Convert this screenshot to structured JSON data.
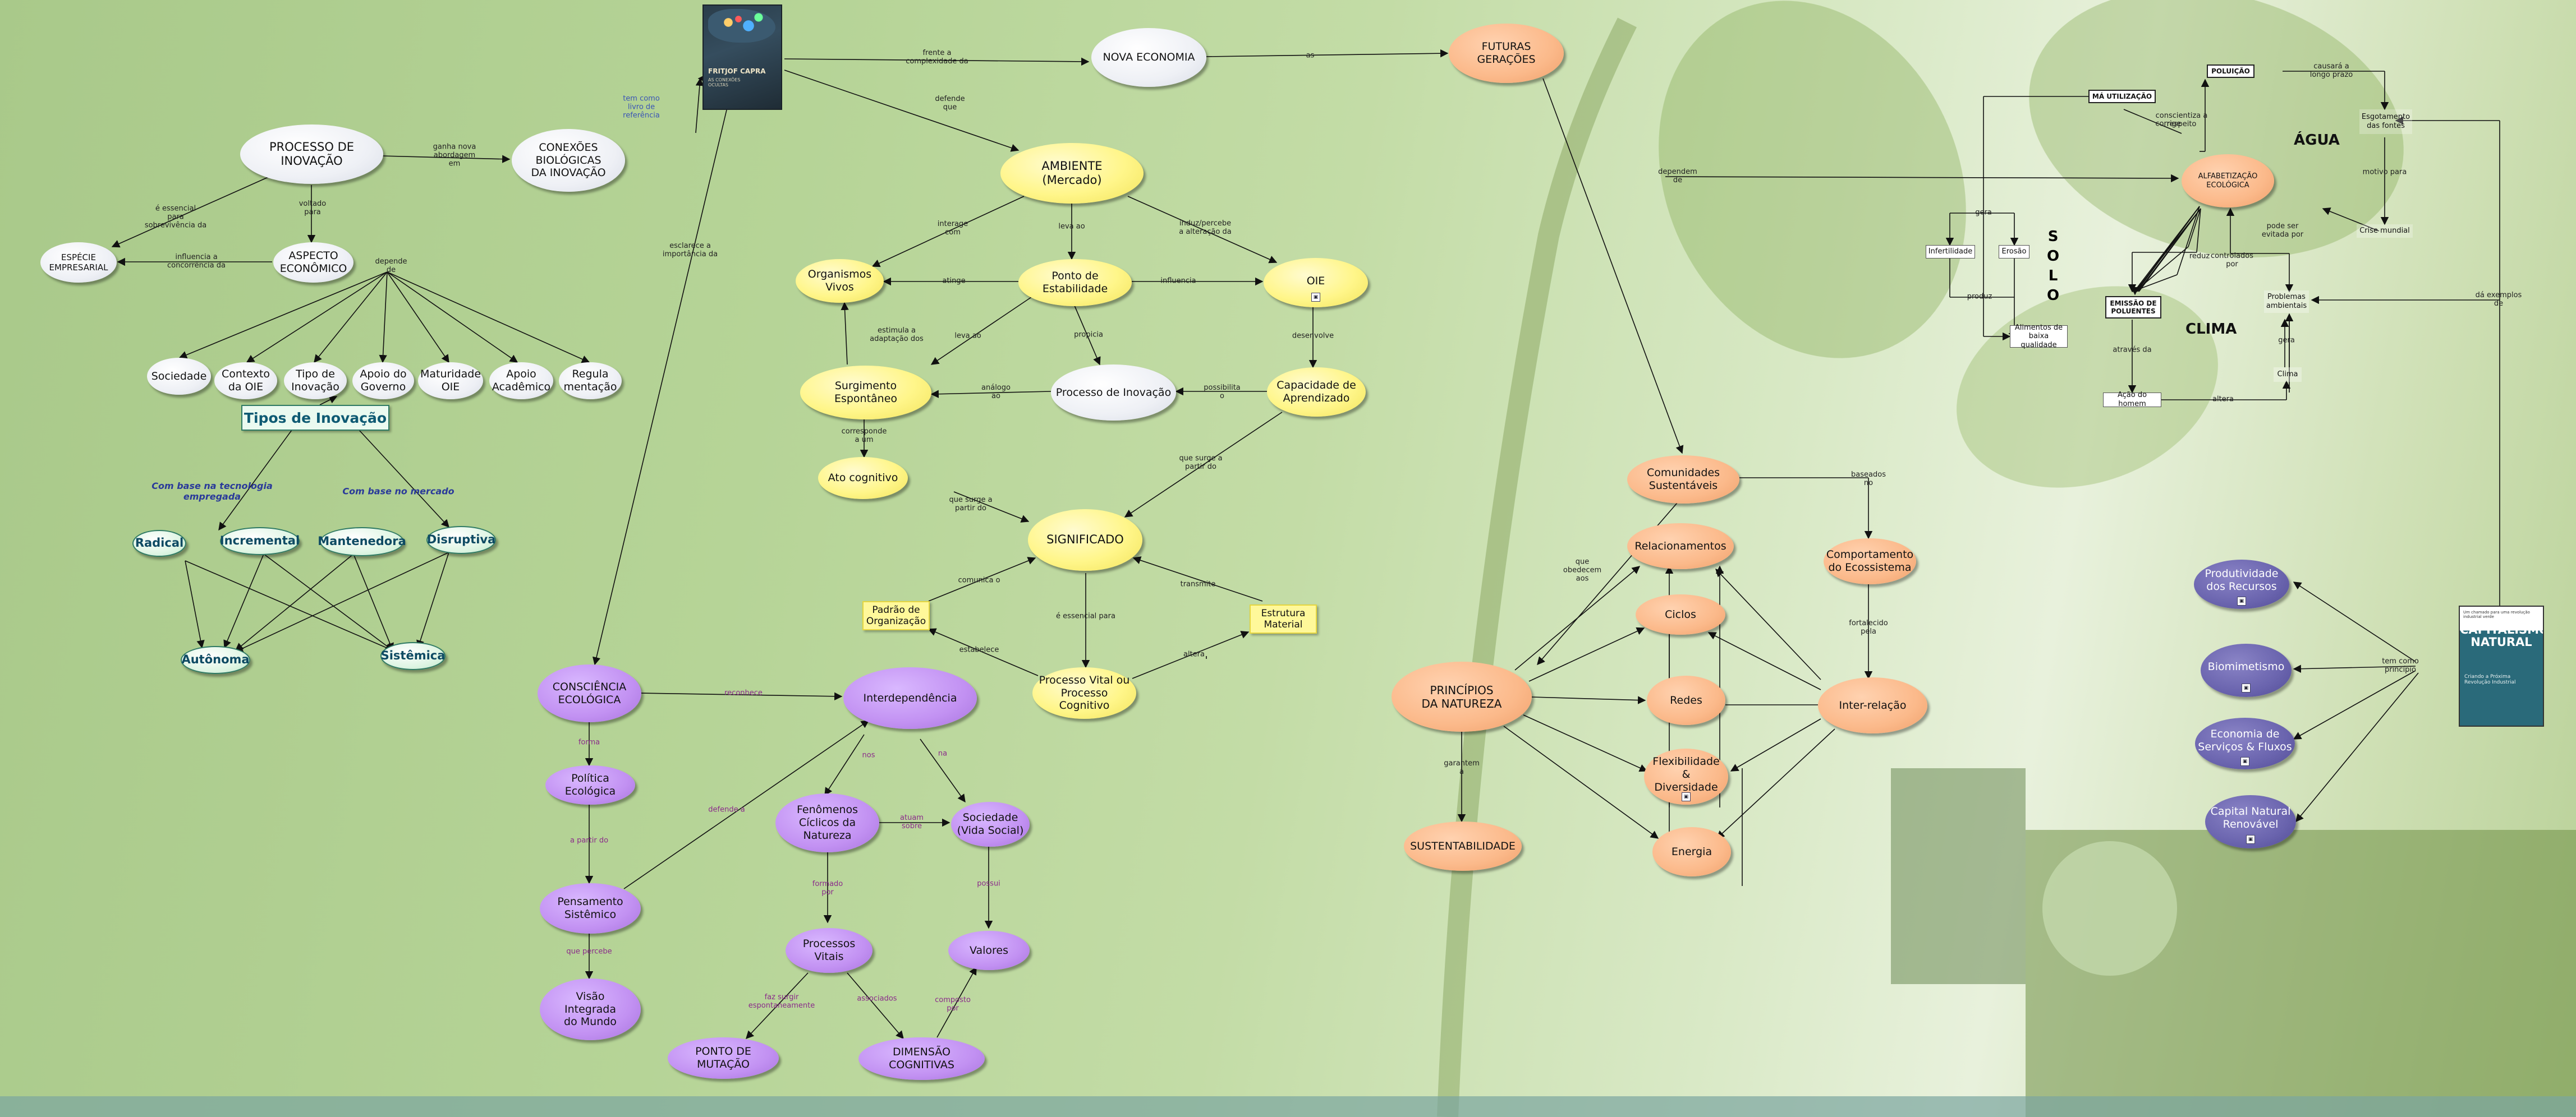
{
  "nodes": {
    "processo_inovacao": "PROCESSO DE\nINOVAÇÃO",
    "conexoes_biologicas": "CONEXÕES\nBIOLÓGICAS\nDA INOVAÇÃO",
    "especie_empresarial": "ESPÉCIE\nEMPRESARIAL",
    "aspecto_economico": "ASPECTO\nECONÔMICO",
    "sociedade_f": "Sociedade",
    "contexto_oie": "Contexto\nda OIE",
    "tipo_inovacao": "Tipo de\nInovação",
    "apoio_governo": "Apoio do\nGoverno",
    "maturidade_oie": "Maturidade\nOIE",
    "apoio_academico": "Apoio\nAcadêmico",
    "regulamentacao": "Regula\nmentação",
    "tipos_inovacao": "Tipos de Inovação",
    "radical": "Radical",
    "incremental": "Incremental",
    "mantenedora": "Mantenedora",
    "disruptiva": "Disruptiva",
    "autonoma": "Autônoma",
    "sistemica": "Sistêmica",
    "nova_economia": "NOVA ECONOMIA",
    "futuras_geracoes": "FUTURAS GERAÇÕES",
    "ambiente": "AMBIENTE\n(Mercado)",
    "organismos_vivos": "Organismos Vivos",
    "ponto_estabilidade": "Ponto de Estabilidade",
    "oie": "OIE",
    "surgimento_espontaneo": "Surgimento Espontâneo",
    "processo_inovacao_y": "Processo de Inovação",
    "capacidade_aprendizado": "Capacidade de\nAprendizado",
    "ato_cognitivo": "Ato cognitivo",
    "significado": "SIGNIFICADO",
    "padrao_organizacao": "Padrão de\nOrganização",
    "estrutura_material": "Estrutura\nMaterial",
    "processo_vital": "Processo Vital ou\nProcesso Cognitivo",
    "consciencia_ecologica": "CONSCIÊNCIA\nECOLÓGICA",
    "interdependencia": "Interdependência",
    "politica_ecologica": "Política Ecológica",
    "pensamento_sistemico": "Pensamento\nSistêmico",
    "visao_integrada": "Visão\nIntegrada\ndo Mundo",
    "fenomenos_ciclicos": "Fenômenos\nCíclicos da\nNatureza",
    "sociedade_vida": "Sociedade\n(Vida Social)",
    "processos_vitais": "Processos\nVitais",
    "valores": "Valores",
    "ponto_mutacao": "PONTO DE MUTAÇÃO",
    "dimensao_cognitivas": "DIMENSÃO COGNITIVAS",
    "comunidades_sustentaveis": "Comunidades\nSustentáveis",
    "relacionamentos": "Relacionamentos",
    "comportamento_ecossistema": "Comportamento\ndo Ecossistema",
    "ciclos": "Ciclos",
    "principios_natureza": "PRINCÍPIOS\nDA NATUREZA",
    "redes": "Redes",
    "inter_relacao": "Inter-relação",
    "flexibilidade": "Flexibilidade\n&\nDiversidade",
    "energia": "Energia",
    "sustentabilidade": "SUSTENTABILIDADE",
    "produtividade": "Produtividade\ndos Recursos",
    "biomimetismo": "Biomimetismo",
    "economia_servicos": "Economia de\nServiços & Fluxos",
    "capital_natural": "Capital Natural\nRenovável",
    "poluicao": "POLUIÇÃO",
    "ma_utilizacao": "MÁ UTILIZAÇÃO",
    "esgotamento_fontes": "Esgotamento\ndas fontes",
    "alfabetizacao_ecologica": "ALFABETIZAÇÃO\nECOLÓGICA",
    "crise_mundial": "Crise mundial",
    "infertilidade": "Infertilidade",
    "erosao": "Erosão",
    "emissao_poluentes": "EMISSÃO DE\nPOLUENTES",
    "problemas_ambientais": "Problemas\nambientais",
    "alimentos_baixa": "Alimentos de\nbaixa qualidade",
    "acao_homem": "Ação do homem",
    "clima_box": "Clima"
  },
  "labels": {
    "e_essencial": "é essencial\npara\nsobrevivência da",
    "voltado_para": "voltado\npara",
    "ganha_nova": "ganha nova\nabordagem\nem",
    "influencia_concorrencia": "influencia a\nconcorrência da",
    "depende_de": "depende\nde",
    "tem_como_livro": "tem como\nlivro de\nreferência",
    "frente_complexidade": "frente a\ncomplexidade da",
    "as": "as",
    "defende_que": "defende\nque",
    "esclarece": "esclarece a\nimportância da",
    "interage_com": "interage\ncom",
    "leva_ao1": "leva ao",
    "induz": "induz/percebe\na alteração da",
    "atinge": "atinge",
    "influencia": "influencia",
    "estimula": "estimula a\nadaptação dos",
    "leva_ao2": "leva ao",
    "propicia": "propicia",
    "desenvolve": "desenvolve",
    "analogo_ao": "análogo\nao",
    "possibilita": "possibilita\no",
    "corresponde": "corresponde\na um",
    "que_surge1": "que surge a\npartir do",
    "que_surge2": "que surge a\npartir do",
    "comunica_o": "comunica o",
    "transmite": "transmite",
    "e_essencial_para": "é essencial para",
    "estabelece": "estabelece",
    "altera": "altera",
    "reconhece": "reconhece",
    "forma": "forma",
    "a_partir_do": "a partir do",
    "defende_a": "defende a",
    "que_percebe": "que percebe",
    "nos": "nos",
    "na": "na",
    "atuam_sobre": "atuam\nsobre",
    "formado_por": "formado\npor",
    "possui": "possui",
    "faz_surgir": "faz surgir\nespontaneamente",
    "associados": "associados",
    "composto_por": "composto\npor",
    "dependem_de": "dependem\nde",
    "que_obedecem": "que\nobedecem\naos",
    "baseados_no": "baseados\nno",
    "fortalecido_pela": "fortalecido\npela",
    "garantem_a": "garantem\na",
    "tem_como_principio": "tem como\nprincípio",
    "da_exemplos": "dá exemplos\nde",
    "causara": "causará a\nlongo prazo",
    "conscientiza": "conscientiza a\nrespeito",
    "corrige": "corrige",
    "motivo_para": "motivo para",
    "pode_ser_evitada": "pode ser\nevitada por",
    "reduz": "reduz",
    "controlados_por": "controlados\npor",
    "gera_solo": "gera",
    "produz": "produz",
    "atraves_da": "através da",
    "altera_clima": "altera",
    "gera_clima": "gera"
  },
  "categories": {
    "tecnologia": "Com base na tecnologia\nempregada",
    "mercado": "Com base no mercado"
  },
  "regions": {
    "agua": "ÁGUA",
    "solo": "S\nO\nL\nO",
    "clima": "CLIMA"
  },
  "books": {
    "capra_author": "FRITJOF CAPRA",
    "capra_title": "AS CONEXÕES\nOCULTAS",
    "cap_nat_tag": "Um chamado para uma revolução industrial verde",
    "cap_nat_title": "CAPITALISMO\nNATURAL",
    "cap_nat_sub": "Criando a Próxima\nRevolução Industrial"
  },
  "colors": {
    "grey": "#eef0f5",
    "yellow": "#fff68a",
    "purple": "#c291f2",
    "peach": "#fbb98a",
    "mint": "#dff5e4",
    "slate": "#6a64ae",
    "background": "#c3dca6"
  }
}
